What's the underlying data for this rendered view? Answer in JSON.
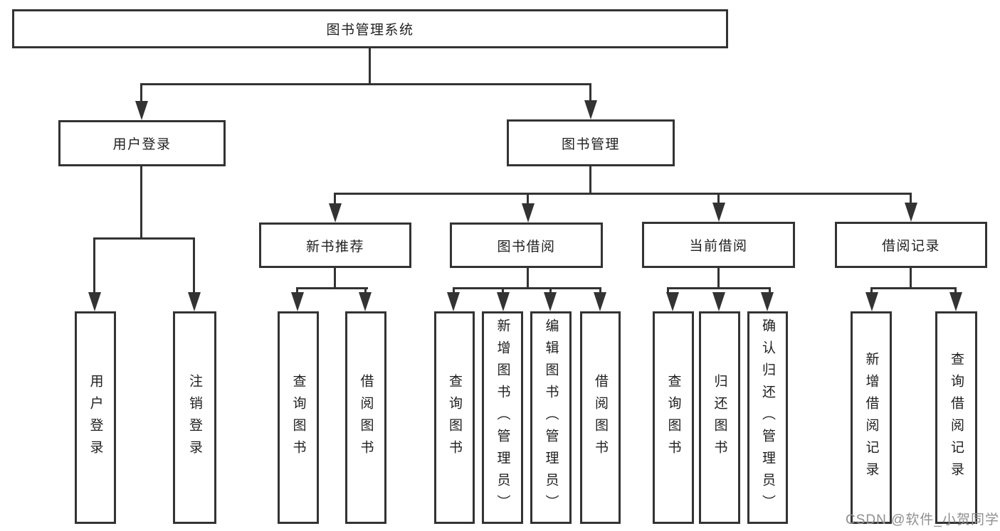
{
  "diagram": {
    "root": {
      "label": "图书管理系统"
    },
    "level2": [
      {
        "label": "用户登录"
      },
      {
        "label": "图书管理"
      }
    ],
    "level3": [
      {
        "label": "新书推荐"
      },
      {
        "label": "图书借阅"
      },
      {
        "label": "当前借阅"
      },
      {
        "label": "借阅记录"
      }
    ],
    "leaves": {
      "user_login": [
        {
          "label": "用户登录"
        },
        {
          "label": "注销登录"
        }
      ],
      "new_book": [
        {
          "label": "查询图书"
        },
        {
          "label": "借阅图书"
        }
      ],
      "book_borrow": [
        {
          "label": "查询图书"
        },
        {
          "label": "新增图书（管理员）"
        },
        {
          "label": "编辑图书（管理员）"
        },
        {
          "label": "借阅图书"
        }
      ],
      "current_borrow": [
        {
          "label": "查询图书"
        },
        {
          "label": "归还图书"
        },
        {
          "label": "确认归还（管理员）"
        }
      ],
      "borrow_record": [
        {
          "label": "新增借阅记录"
        },
        {
          "label": "查询借阅记录"
        }
      ]
    },
    "watermark": "CSDN @软件_小贺同学",
    "colors": {
      "line": "#333333",
      "box_border": "#333333",
      "box_fill": "#ffffff",
      "label_text": "#1f1f1f",
      "watermark_text": "#8f8f8f",
      "background": "#ffffff"
    }
  }
}
